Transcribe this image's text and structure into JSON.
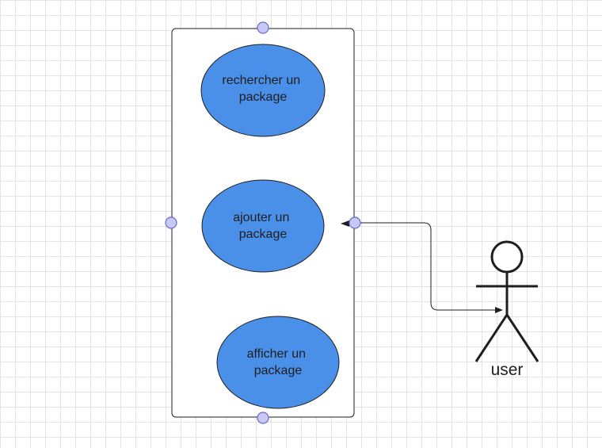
{
  "diagram": {
    "type": "use-case",
    "system_boundary": {
      "label": ""
    },
    "use_cases": [
      {
        "id": "uc1",
        "line1": "rechercher un",
        "line2": "package"
      },
      {
        "id": "uc2",
        "line1": "ajouter un",
        "line2": "package"
      },
      {
        "id": "uc3",
        "line1": "afficher un",
        "line2": "package"
      }
    ],
    "actor": {
      "name": "user"
    },
    "connector": {
      "from": "user",
      "to": "system_boundary",
      "style": "orthogonal-arrow"
    },
    "colors": {
      "use_case_fill": "#4a90e8",
      "stroke": "#1e1e1e",
      "handle_fill": "#c8c8f5",
      "handle_stroke": "#6a6ac8",
      "grid": "#e3e3e3"
    }
  }
}
